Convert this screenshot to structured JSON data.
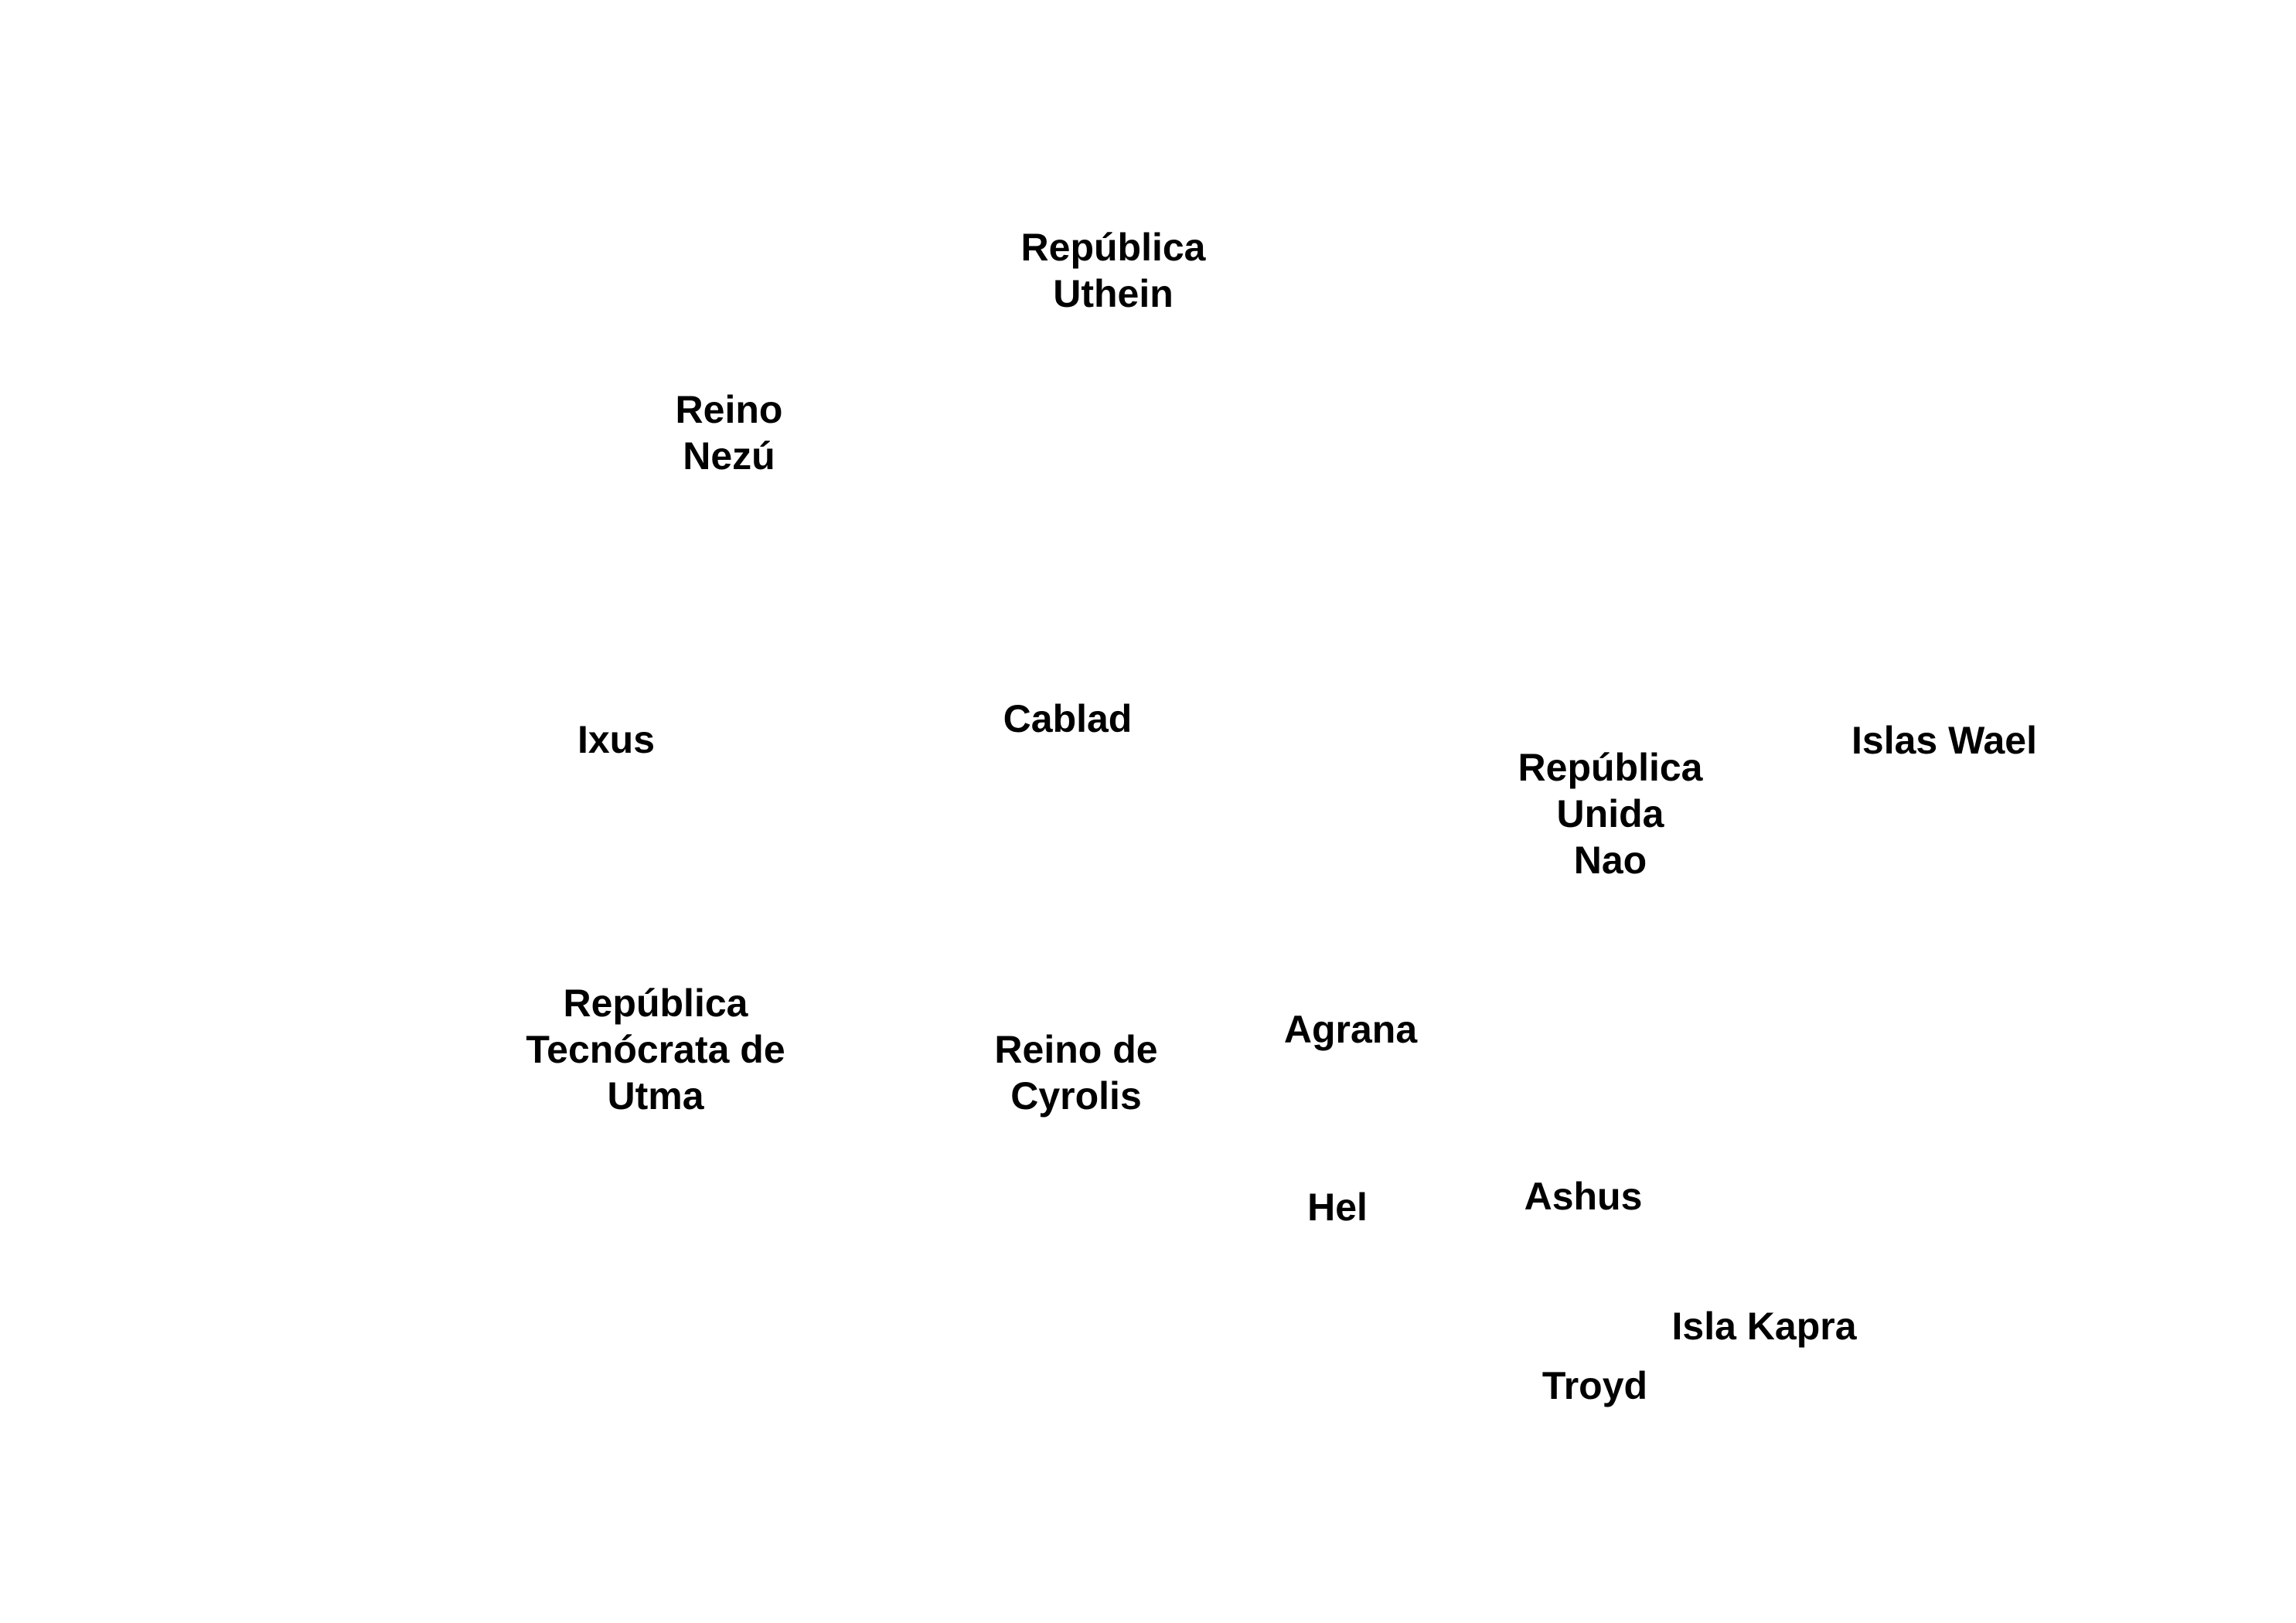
{
  "map": {
    "background_color": "#ffffff",
    "label_color": "#000000",
    "labels": {
      "republica_uthein": "República\nUthein",
      "reino_nezu": "Reino\nNezú",
      "ixus": "Ixus",
      "cablad": "Cablad",
      "republica_unida_nao": "República\nUnida\nNao",
      "islas_wael": "Islas Wael",
      "republica_tecnocrata_utma": "República\nTecnócrata de\nUtma",
      "reino_cyrolis": "Reino de\nCyrolis",
      "agrana": "Agrana",
      "hel": "Hel",
      "ashus": "Ashus",
      "isla_kapra": "Isla Kapra",
      "troyd": "Troyd"
    }
  }
}
